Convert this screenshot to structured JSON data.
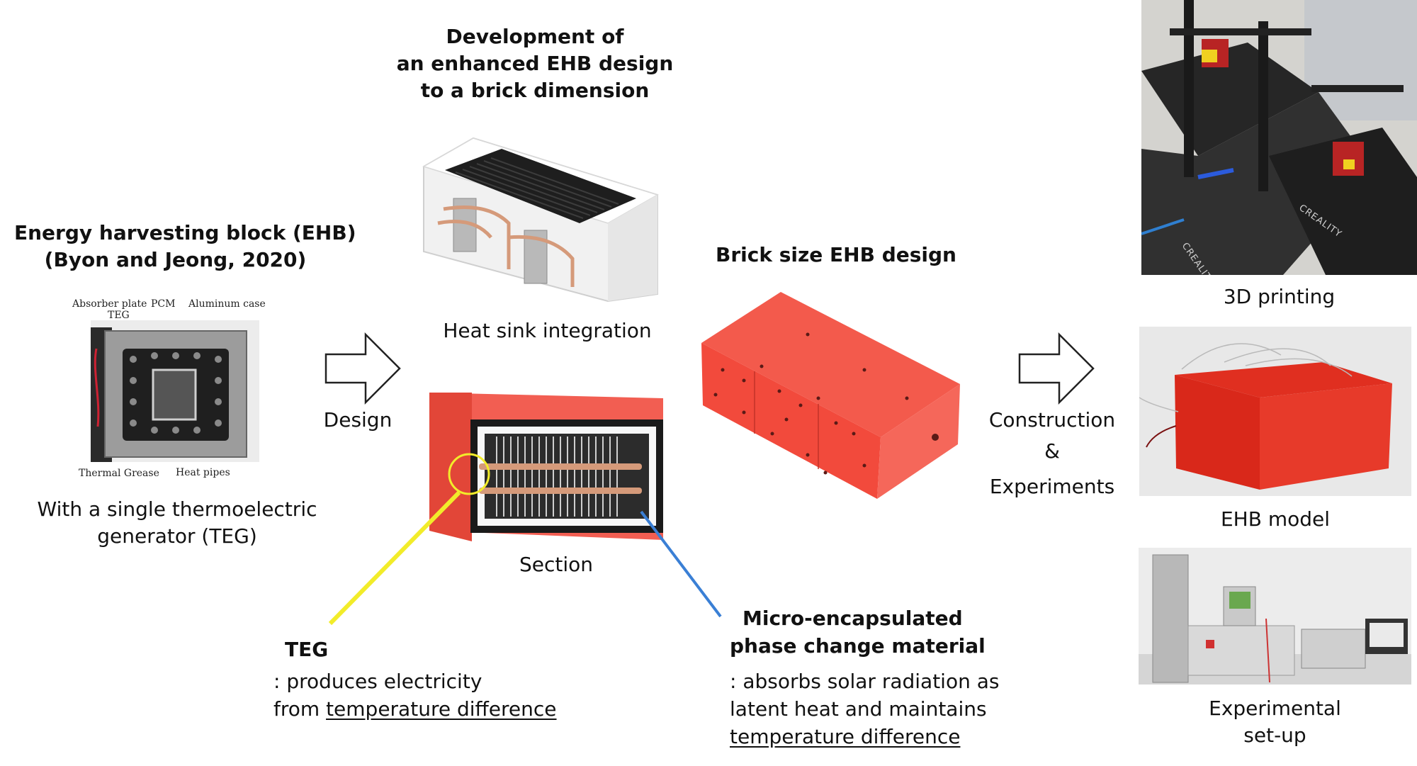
{
  "ehb": {
    "title_line1": "Energy harvesting block (EHB)",
    "title_line2": "(Byon and Jeong, 2020)",
    "labels": {
      "absorber_plate": "Absorber plate",
      "teg": "TEG",
      "pcm": "PCM",
      "aluminum_case": "Aluminum case",
      "thermal_grease": "Thermal Grease",
      "heat_pipes": "Heat pipes"
    },
    "caption_line1": "With a single thermoelectric",
    "caption_line2": "generator (TEG)"
  },
  "design_arrow_label": "Design",
  "development": {
    "line1": "Development of",
    "line2": "an enhanced EHB design",
    "line3": "to a brick dimension"
  },
  "heat_sink_caption": "Heat sink integration",
  "section_caption": "Section",
  "brick": {
    "title": "Brick size EHB design"
  },
  "construction": {
    "line1": "Construction",
    "line2": "&",
    "line3": "Experiments"
  },
  "teg_callout": {
    "title": "TEG",
    "line1": ": produces electricity",
    "line2_prefix": "from ",
    "line2_underlined": "temperature difference"
  },
  "pcm_callout": {
    "title_line1": "Micro-encapsulated",
    "title_line2": "phase change material",
    "line1": ": absorbs solar radiation as",
    "line2": "latent heat and maintains",
    "line3_underlined": "temperature difference"
  },
  "photos": {
    "printing_caption": "3D printing",
    "printer_brand_1": "CREALITY",
    "printer_brand_2": "CREALITY",
    "model_caption": "EHB model",
    "setup_caption_line1": "Experimental",
    "setup_caption_line2": "set-up"
  },
  "colors": {
    "brick_red": "#f2473a",
    "teg_line": "#f2ec2a",
    "pcm_line": "#3a7fd5",
    "copper": "#d59a7a"
  }
}
